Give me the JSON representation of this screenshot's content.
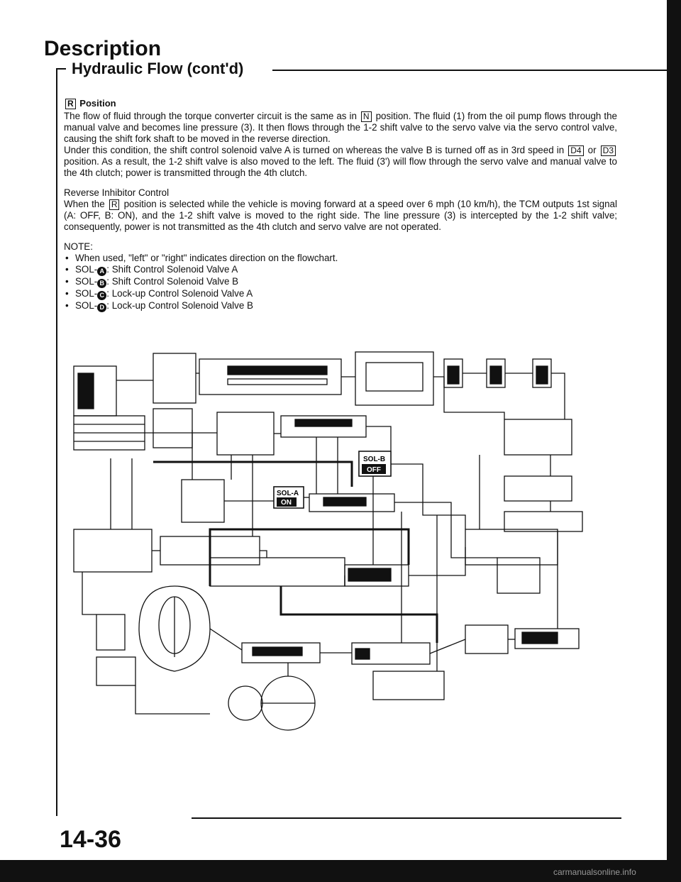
{
  "header": {
    "title": "Description",
    "subtitle": "Hydraulic Flow (cont'd)"
  },
  "r_position": {
    "key": "R",
    "heading": "Position",
    "p1_a": "The flow of fluid through the torque converter circuit is the same as in",
    "p1_key": "N",
    "p1_b": "position. The fluid (1) from the oil pump flows through the manual valve and becomes line pressure (3). It then flows through the 1-2 shift valve to the servo valve via the servo control valve, causing the shift fork shaft to be moved in the reverse direction.",
    "p2_a": "Under this condition, the shift control solenoid valve A is turned on whereas the valve B is turned off as in 3rd speed in",
    "p2_key1": "D4",
    "p2_or": "or",
    "p2_key2": "D3",
    "p2_b": "position. As a result, the 1-2 shift valve is also moved to the left. The fluid (3') will flow through the servo valve and manual valve to the 4th clutch; power is transmitted through the 4th clutch."
  },
  "reverse_inhibitor": {
    "heading": "Reverse Inhibitor Control",
    "p_a": "When the",
    "p_key": "R",
    "p_b": "position is selected while the vehicle is moving forward at a speed over 6 mph (10 km/h), the TCM outputs 1st signal (A: OFF, B: ON), and the 1-2 shift valve is moved to the right side. The line pressure (3) is intercepted by the 1-2 shift valve; consequently, power is not transmitted as the 4th clutch and servo valve are not operated."
  },
  "note": {
    "heading": "NOTE:",
    "items": [
      {
        "prefix": "",
        "letter": "",
        "text": "When used, \"left\" or \"right\" indicates direction on the flowchart."
      },
      {
        "prefix": "SOL-",
        "letter": "A",
        "text": ": Shift Control Solenoid Valve A"
      },
      {
        "prefix": "SOL-",
        "letter": "B",
        "text": ": Shift Control Solenoid Valve B"
      },
      {
        "prefix": "SOL-",
        "letter": "C",
        "text": ": Lock-up Control Solenoid Valve A"
      },
      {
        "prefix": "SOL-",
        "letter": "D",
        "text": ": Lock-up Control Solenoid Valve B"
      }
    ]
  },
  "schematic": {
    "sol_b_label": "SOL-B",
    "sol_b_state": "OFF",
    "sol_a_label": "SOL-A",
    "sol_a_state": "ON"
  },
  "footer": {
    "page_number": "14-36",
    "watermark": "carmanualsonline.info"
  }
}
